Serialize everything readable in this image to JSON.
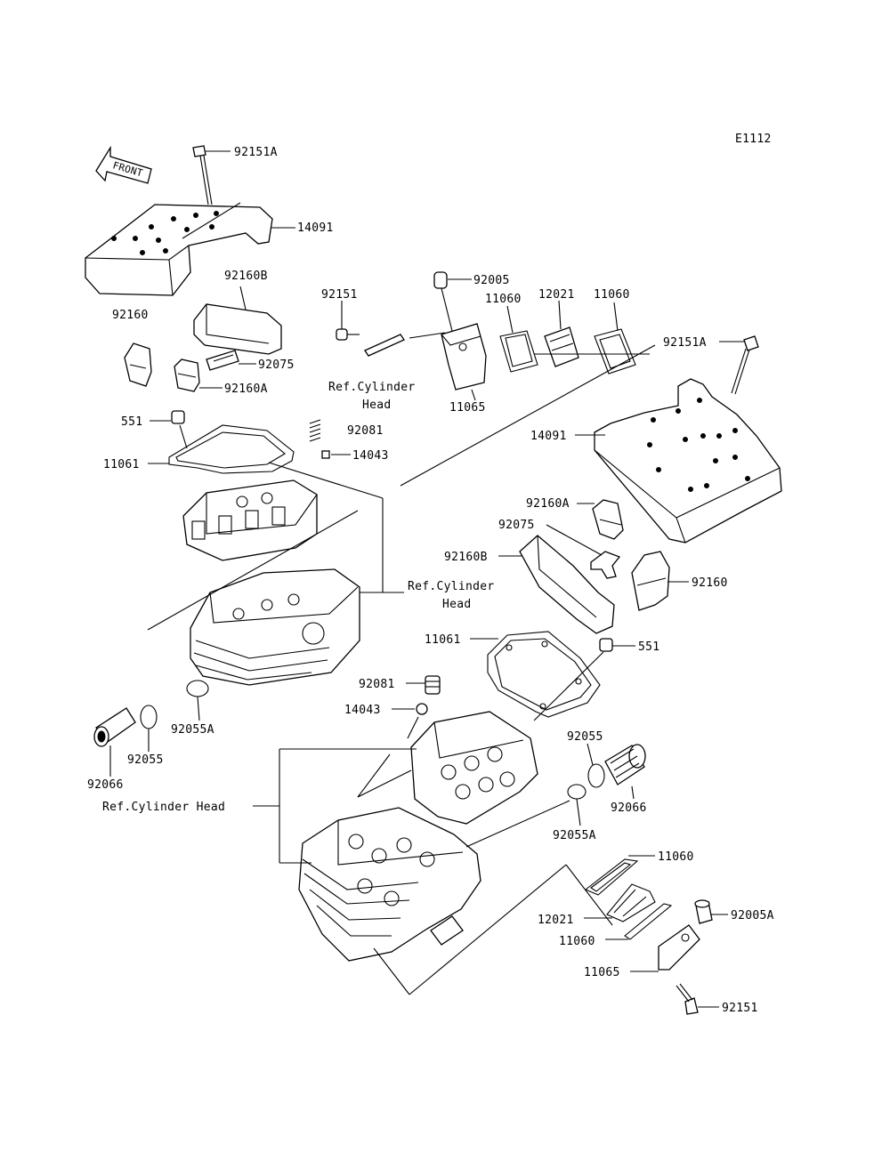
{
  "diagram_code": "E1112",
  "front_label": "FRONT",
  "labels": {
    "l_92151A_top": "92151A",
    "l_14091_top": "14091",
    "l_92160B_top": "92160B",
    "l_92160_top": "92160",
    "l_92075_top": "92075",
    "l_92160A_top": "92160A",
    "l_551_top": "551",
    "l_92081_top": "92081",
    "l_14043_top": "14043",
    "l_11061_top": "11061",
    "l_92151_mid": "92151",
    "l_92005": "92005",
    "l_11060_a": "11060",
    "l_12021_top": "12021",
    "l_11060_b": "11060",
    "l_11065_top": "11065",
    "l_92151A_right": "92151A",
    "l_14091_right": "14091",
    "l_92160A_right": "92160A",
    "l_92075_right": "92075",
    "l_92160B_right": "92160B",
    "l_92160_right": "92160",
    "l_11061_right": "11061",
    "l_551_right": "551",
    "l_92081_low": "92081",
    "l_14043_low": "14043",
    "l_92055A_left": "92055A",
    "l_92055_left": "92055",
    "l_92066_left": "92066",
    "l_92055_right": "92055",
    "l_92066_right": "92066",
    "l_92055A_right": "92055A",
    "l_11060_low1": "11060",
    "l_12021_low": "12021",
    "l_11060_low2": "11060",
    "l_92005A": "92005A",
    "l_11065_low": "11065",
    "l_92151_low": "92151"
  },
  "refs": {
    "ref1_line1": "Ref.Cylinder",
    "ref1_line2": "Head",
    "ref2_line1": "Ref.Cylinder",
    "ref2_line2": "Head",
    "ref3": "Ref.Cylinder Head"
  }
}
